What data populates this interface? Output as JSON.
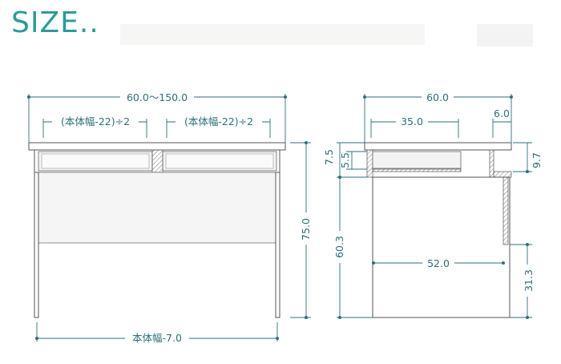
{
  "title": "SIZE..",
  "front_view": {
    "overall_width": "60.0～150.0",
    "drawer_width_left": "(本体幅-22)÷2",
    "drawer_width_right": "(本体幅-22)÷2",
    "height": "75.0",
    "leg_span": "本体幅-7.0"
  },
  "side_view": {
    "depth": "60.0",
    "drawer_depth": "35.0",
    "setback": "6.0",
    "top_section": "7.5",
    "drawer_height": "5.5",
    "top_to_panel": "9.7",
    "knee_clearance": "60.3",
    "panel_depth": "52.0",
    "panel_bottom": "31.3"
  }
}
